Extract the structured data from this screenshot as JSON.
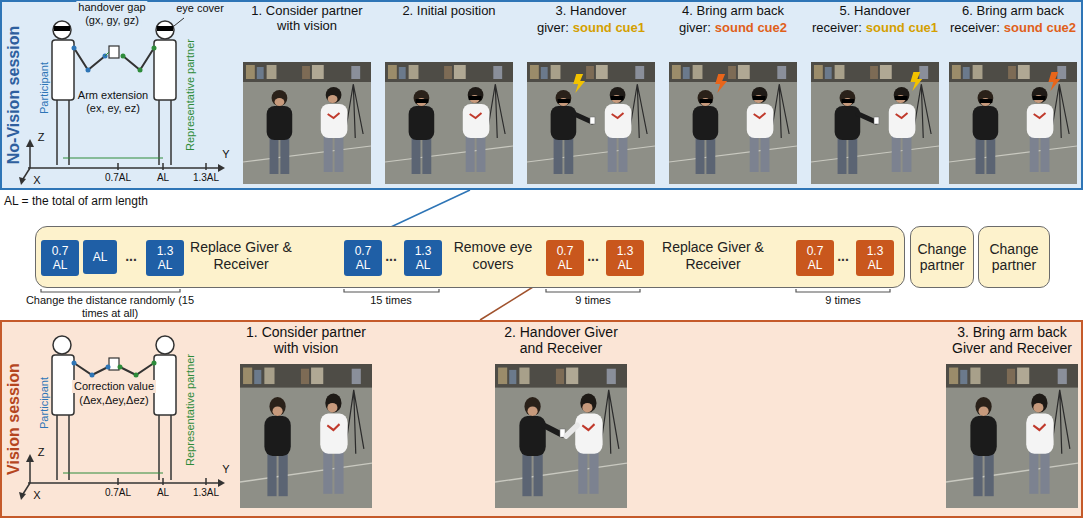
{
  "diagram": {
    "nodes": [
      {
        "text": [
          "No-Vision session"
        ]
      },
      {
        "text": [
          "Replace Giver & Receiver",
          "Remove eye covers",
          "Replace Giver & Receiver"
        ]
      },
      {
        "text": [
          "0.7 AL"
        ],
        "in": 1
      },
      {
        "text": [
          "AL"
        ],
        "in": 1
      },
      {
        "text": [
          "1.3 AL"
        ],
        "in": 1
      },
      {
        "text": [
          "0.7 AL"
        ],
        "in": 1
      },
      {
        "text": [
          "1.3 AL"
        ],
        "in": 1
      },
      {
        "text": [
          "0.7 AL"
        ],
        "in": 1
      },
      {
        "text": [
          "1.3 AL"
        ],
        "in": 1
      },
      {
        "text": [
          "0.7 AL"
        ],
        "in": 1
      },
      {
        "text": [
          "1.3 AL"
        ],
        "in": 1
      },
      {
        "text": [
          "Change partner"
        ]
      },
      {
        "text": [
          "Change partner"
        ]
      },
      {
        "text": [
          "Vision session"
        ]
      }
    ],
    "edges": [
      {
        "from": 0,
        "to": 5,
        "arrow": "none"
      },
      {
        "from": 7,
        "to": 13,
        "arrow": "none"
      }
    ],
    "labels": [
      "handover gap",
      "(gx, gy, gz)",
      "eye cover",
      "Participant",
      "Representative partner",
      "Arm extension",
      "(ex, ey, ez)",
      "Z",
      "X",
      "Y",
      "0.7AL",
      "AL",
      "1.3AL",
      "1. Consider partner with vision",
      "2. Initial position",
      "3. Handover",
      "giver:",
      "sound cue1",
      "4. Bring arm back",
      "giver:",
      "sound cue2",
      "5. Handover",
      "receiver:",
      "sound cue1",
      "6. Bring arm back",
      "receiver:",
      "sound cue2",
      "AL = the total of arm length",
      "...",
      "...",
      "...",
      "...",
      "Change the distance randomly (15 times at all)",
      "15 times",
      "9 times",
      "9 times",
      "Correction value",
      "(Δex,Δey,Δez)",
      "Participant",
      "Representative partner",
      "Z",
      "X",
      "Y",
      "0.7AL",
      "AL",
      "1.3AL",
      "1. Consider partner with vision",
      "2. Handover Giver and Receiver",
      "3. Bring arm back Giver and Receiver"
    ]
  }
}
